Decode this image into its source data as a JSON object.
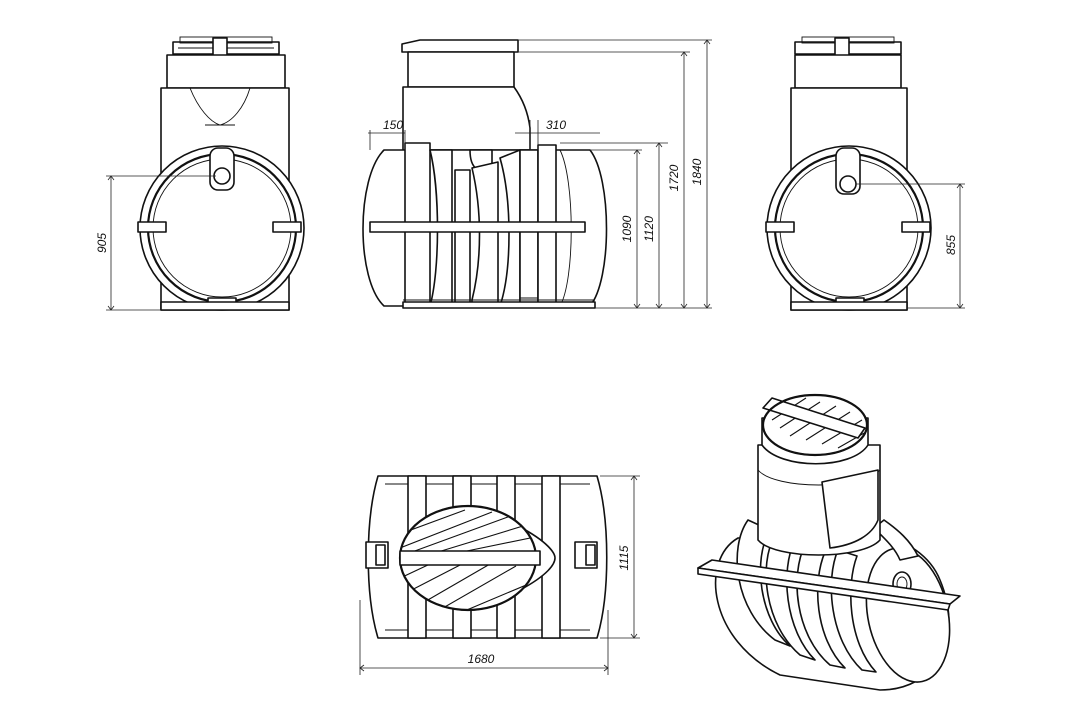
{
  "dimensions": {
    "front_inlet_height": "905",
    "side_left_offset": "150",
    "side_right_offset": "310",
    "side_body_height": "1090",
    "side_rib_height": "1120",
    "side_neck_height": "1720",
    "side_total_height": "1840",
    "rear_outlet_height": "855",
    "plan_width": "1115",
    "plan_length": "1680"
  }
}
